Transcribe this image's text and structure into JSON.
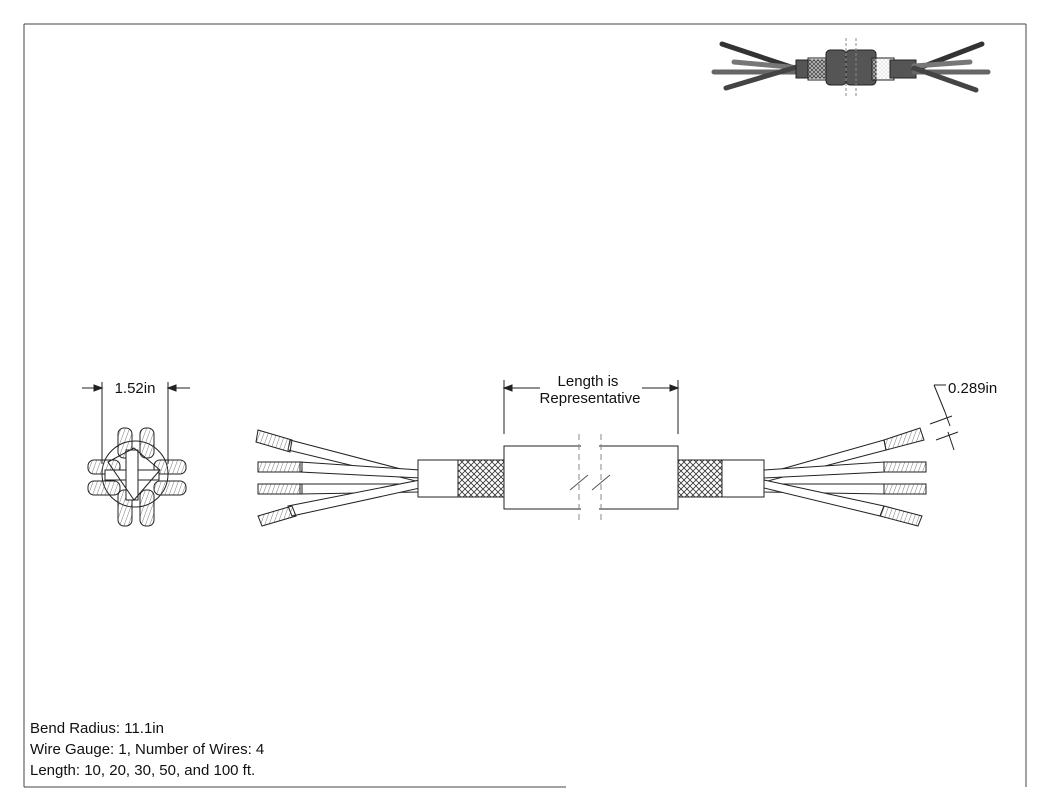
{
  "dimensions": {
    "diameter": "1.52in",
    "length_label_line1": "Length is",
    "length_label_line2": "Representative",
    "wire_diameter": "0.289in"
  },
  "specs": {
    "bend_radius": "Bend Radius: 11.1in",
    "gauge_wires": "Wire Gauge: 1, Number of Wires: 4",
    "lengths": "Length: 10, 20, 30, 50, and 100 ft."
  },
  "colors": {
    "line": "#222222",
    "thumbnail_fill": "#555555",
    "paper": "#ffffff"
  }
}
